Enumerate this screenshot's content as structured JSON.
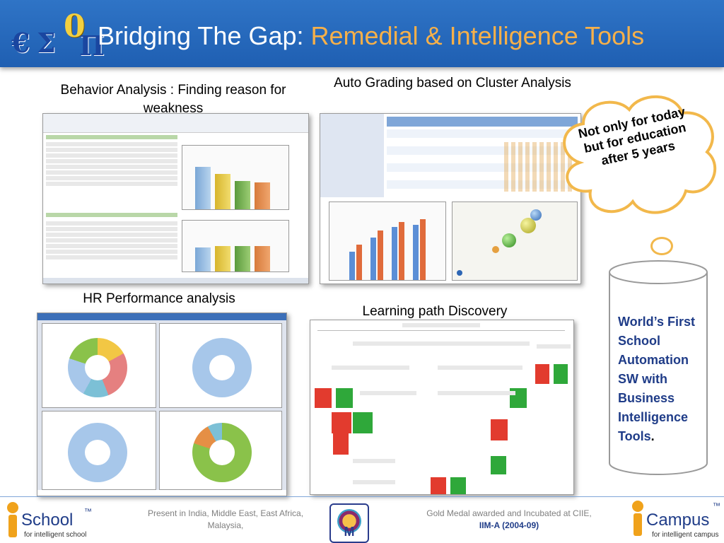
{
  "header": {
    "logo_symbols": [
      "€",
      "Σ",
      "0",
      "Π"
    ],
    "title_prefix": "Bridging The Gap:",
    "title_accent": "Remedial & Intelligence Tools",
    "accent_color": "#f6b04a",
    "bar_color": "#2f74c6"
  },
  "panels": {
    "behavior": {
      "caption": "Behavior Analysis : Finding reason for weakness"
    },
    "grading": {
      "caption": "Auto Grading based on Cluster Analysis"
    },
    "hr": {
      "caption": "HR Performance analysis"
    },
    "learning": {
      "caption": "Learning path Discovery"
    }
  },
  "callouts": {
    "cloud_text": "Not only for today but for education after 5 years",
    "cylinder_text_1": "World’s First School Automation SW with Business Intelligence Tools",
    "cylinder_text_2": "."
  },
  "footer": {
    "presence": "Present in India, Middle East, East Africa, Malaysia,",
    "award_1": "Gold Medal awarded and Incubated at CIIE, ",
    "award_2": "IIM-A (2004-09)",
    "ischool_name": "School",
    "ischool_tag": "for intelligent school",
    "icampus_name": "Campus",
    "icampus_tag": "for intelligent campus",
    "tm": "™",
    "medal_letter": "M"
  }
}
